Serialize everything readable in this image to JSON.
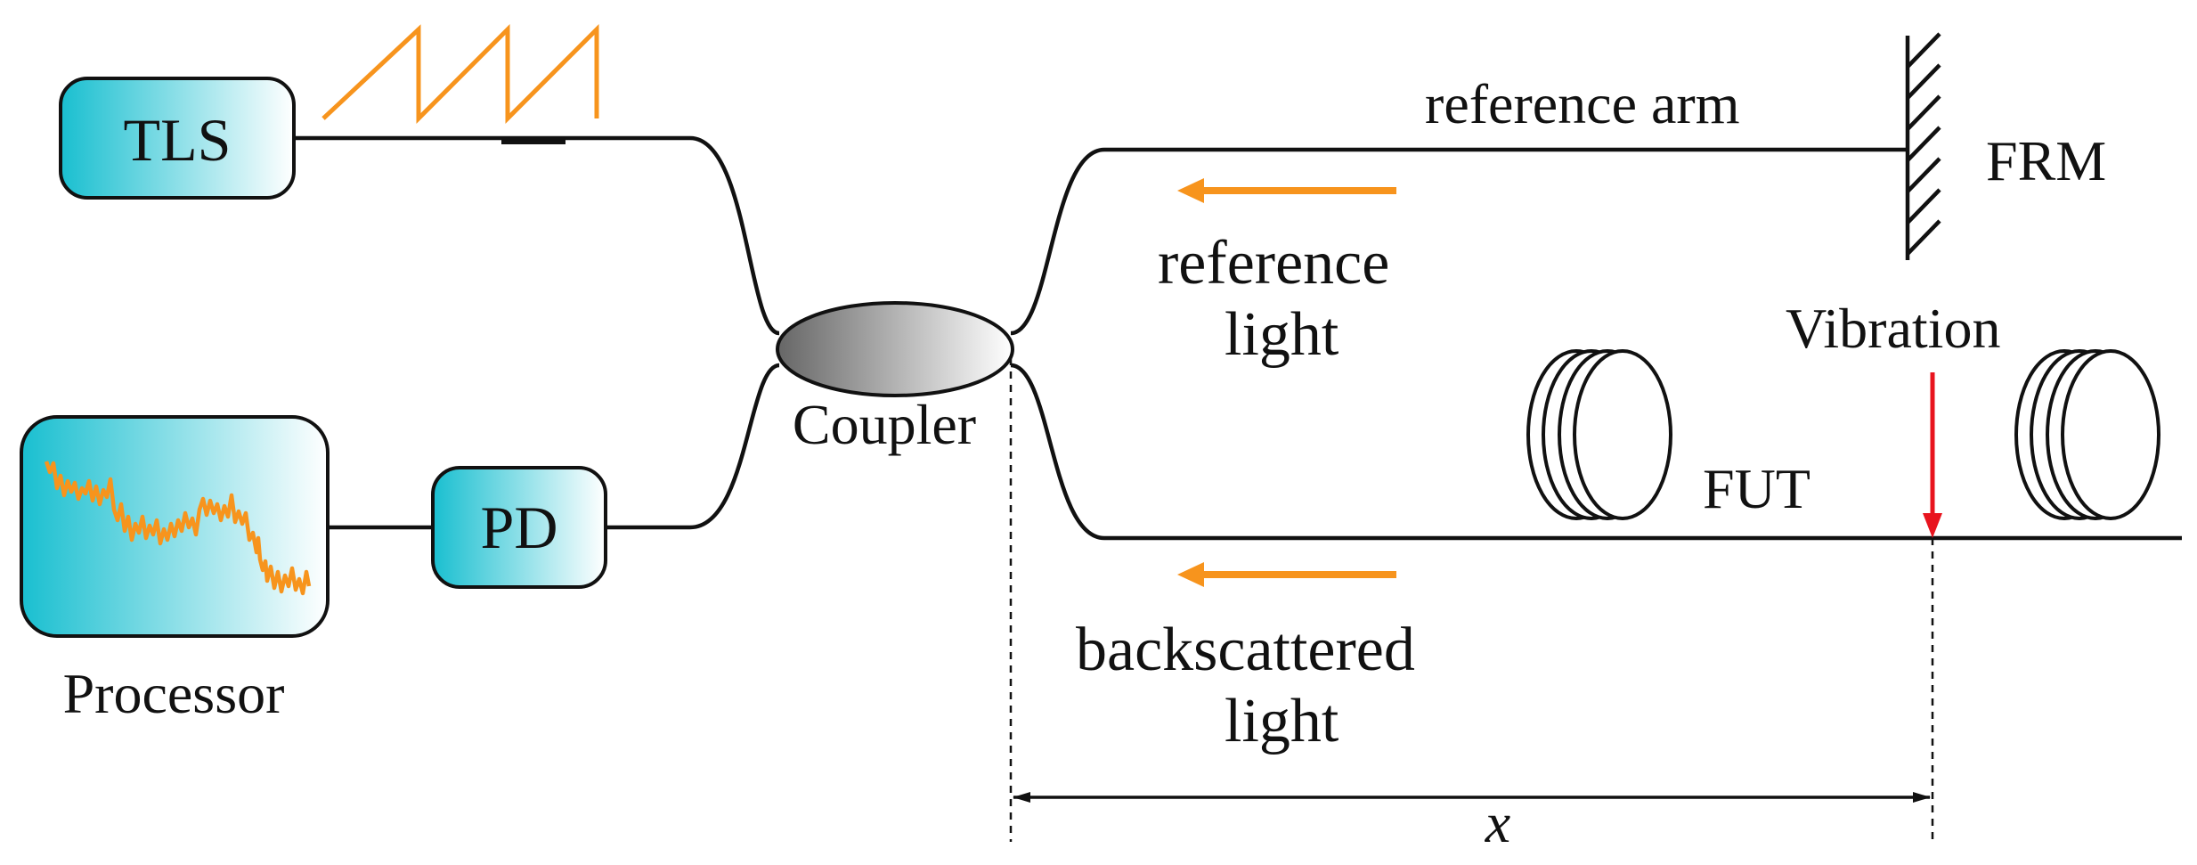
{
  "labels": {
    "tls": "TLS",
    "pd": "PD",
    "processor": "Processor",
    "coupler": "Coupler",
    "reference_arm": "reference arm",
    "frm": "FRM",
    "reference_light_line1": "reference",
    "reference_light_line2": "light",
    "vibration": "Vibration",
    "fut": "FUT",
    "backscattered_line1": "backscattered",
    "backscattered_line2": "light",
    "distance": "x"
  },
  "colors": {
    "box_fill_start": "#19bfd0",
    "box_fill_end": "#ffffff",
    "signal": "#f7941d",
    "vibration_arrow": "#e8141e",
    "coupler_fill_start": "#666666",
    "coupler_fill_end": "#ffffff",
    "line": "#111111"
  },
  "icons": {
    "sweep": "sawtooth-waveform-icon",
    "trace": "noisy-signal-trace-icon",
    "mirror": "hatched-mirror-icon",
    "fiber_coil": "fiber-coil-icon"
  }
}
